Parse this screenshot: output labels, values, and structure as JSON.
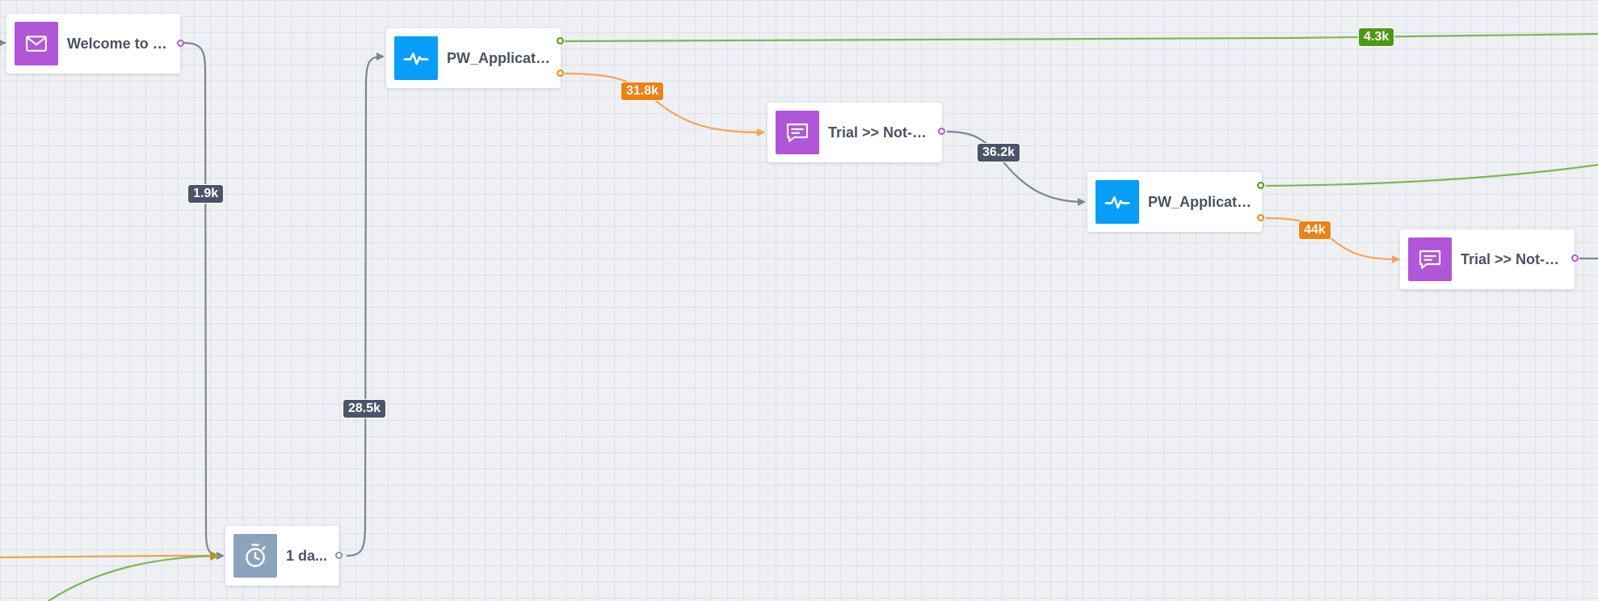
{
  "colors": {
    "canvas": "#eef0f3",
    "email": "#b155d9",
    "message": "#b155d9",
    "analytics": "#069ef8",
    "delay": "#8ca3bc",
    "edge_gray": "#7d8494",
    "edge_orange": "#f2a559",
    "edge_green": "#80b55a",
    "badge_dark": "#4b5468",
    "badge_orange": "#ee8114",
    "badge_green": "#4d9913"
  },
  "nodes": {
    "welcome": {
      "label": "Welcome to u...",
      "icon": "envelope-icon"
    },
    "pw1": {
      "label": "PW_Applicati...",
      "icon": "pulse-icon"
    },
    "trial1": {
      "label": "Trial >> Not-E...",
      "icon": "chat-message-icon"
    },
    "pw2": {
      "label": "PW_Applicati...",
      "icon": "pulse-icon"
    },
    "trial2": {
      "label": "Trial >> Not-E...",
      "icon": "chat-message-icon"
    },
    "delay": {
      "label": "1 da...",
      "icon": "stopwatch-icon"
    }
  },
  "edges": {
    "welcome_to_delay": "1.9k",
    "delay_to_pw1": "28.5k",
    "pw1_to_trial1": "31.8k",
    "pw1_top": "4.3k",
    "trial1_to_pw2": "36.2k",
    "pw2_to_trial2": "44k"
  }
}
